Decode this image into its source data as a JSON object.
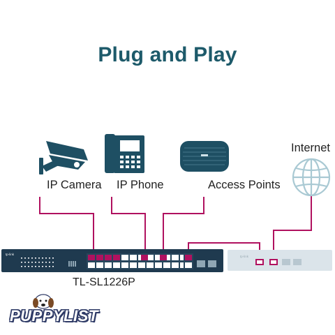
{
  "title": "Plug and Play",
  "devices": {
    "ip_camera": "IP Camera",
    "ip_phone": "IP Phone",
    "access_points": "Access Points",
    "internet": "Internet"
  },
  "switch": {
    "model": "TL-SL1226P",
    "brand": "tp-link"
  },
  "router": {
    "brand": "tp-link"
  },
  "watermark": {
    "part1": "PUPPY",
    "part2": "LIST"
  },
  "colors": {
    "title": "#1d5a6a",
    "cable": "#b0115f",
    "switch_body": "#1f3a4f",
    "router_body": "#dbe4ea",
    "icon_dark": "#1e4f63",
    "globe": "#a9c9d3"
  }
}
